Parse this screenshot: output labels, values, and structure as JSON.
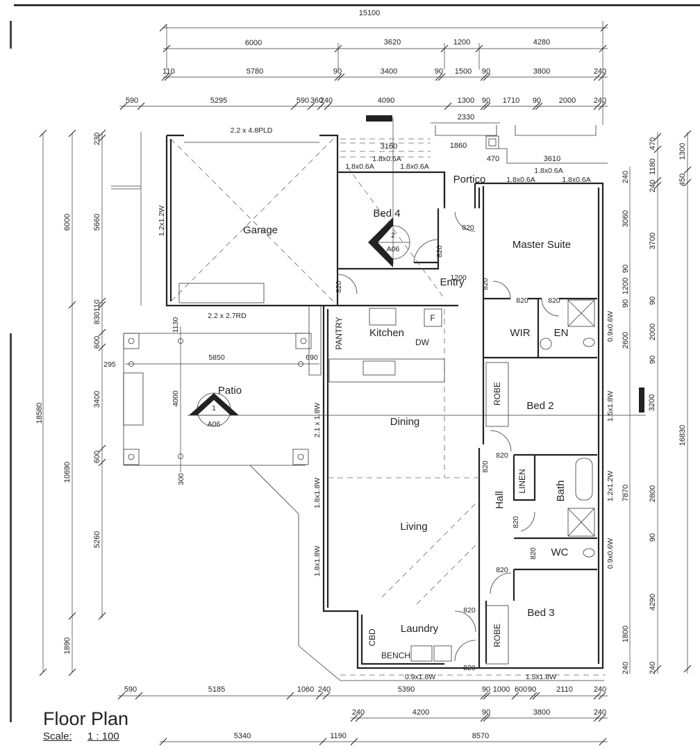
{
  "drawing": {
    "title": "Floor Plan",
    "scale_label": "Scale:",
    "scale_value": "1 : 100"
  },
  "rooms": {
    "garage": "Garage",
    "bed4": "Bed 4",
    "portico": "Portico",
    "entry": "Entry",
    "master": "Master Suite",
    "wir": "WIR",
    "en": "EN",
    "kitchen": "Kitchen",
    "pantry": "PANTRY",
    "fridge": "F",
    "dw": "DW",
    "patio": "Patio",
    "dining": "Dining",
    "bed2": "Bed 2",
    "robe": "ROBE",
    "linen": "LINEN",
    "bath": "Bath",
    "hall": "Hall",
    "wc": "WC",
    "living": "Living",
    "bed3": "Bed 3",
    "laundry": "Laundry",
    "cbd": "CBD",
    "bench": "BENCH"
  },
  "openings": {
    "garage_door_top": "2.2 x 4.8PLD",
    "garage_door_bottom": "2.2 x 2.7RD",
    "garage_window": "1.2x1.2W",
    "bed4_win_a": "1.8x0.6A",
    "bed4_win_b": "1.8x0.6A",
    "bed4_win_c": "1.8x0.6A",
    "master_win_a": "1.8x0.6A",
    "master_win_b": "1.8x0.6A",
    "master_win_c": "1.8x0.6A",
    "en_window": "0.9x0.6W",
    "bed2_window": "1.5x1.8W",
    "bath_window": "1.2x1.2W",
    "wc_window": "0.9x0.6W",
    "dining_door": "2.1 x 1.8W",
    "living_win_a": "1.8x1.8W",
    "living_win_b": "1.8x1.8W",
    "laundry_window": "0.9x1.8W",
    "bed3_window": "1.5x1.8W",
    "door_820": "820",
    "kitchen_opening": "1200"
  },
  "section_markers": [
    {
      "num": "1",
      "sheet": "A06"
    },
    {
      "num": "2",
      "sheet": "A06"
    }
  ],
  "dimensions": {
    "top_overall": "15100",
    "top_row2": [
      "6000",
      "3620",
      "1200",
      "4280"
    ],
    "top_row3": [
      "110",
      "5780",
      "90",
      "3400",
      "90",
      "1500",
      "90",
      "3800",
      "240"
    ],
    "top_row4": [
      "590",
      "5295",
      "590",
      "360",
      "240",
      "4090",
      "1300",
      "90",
      "1710",
      "90",
      "2000",
      "240"
    ],
    "portico": [
      "2330",
      "3160",
      "1860",
      "470",
      "3610"
    ],
    "left_outer": "18580",
    "left_row2": [
      "6000",
      "10690",
      "1890"
    ],
    "left_row3": [
      "230",
      "5660",
      "110",
      "830",
      "600",
      "3400",
      "600",
      "5260"
    ],
    "patio": [
      "1130",
      "295",
      "5850",
      "690",
      "4000",
      "300"
    ],
    "right_row1": [
      "240",
      "3060",
      "90",
      "1200",
      "90",
      "2600",
      "3200",
      "7870",
      "1800",
      "240"
    ],
    "right_row2": [
      "470",
      "1180",
      "240",
      "3700",
      "90",
      "2000",
      "90",
      "2800",
      "90",
      "4290",
      "240"
    ],
    "right_row3": [
      "1300",
      "450",
      "16830"
    ],
    "bottom_row1": [
      "590",
      "5185",
      "1060",
      "240",
      "5390",
      "90",
      "1000",
      "600",
      "90",
      "2110",
      "240"
    ],
    "bottom_row2": [
      "240",
      "4200",
      "90",
      "3800",
      "240"
    ],
    "bottom_row3": [
      "5340",
      "1190",
      "8570"
    ]
  }
}
